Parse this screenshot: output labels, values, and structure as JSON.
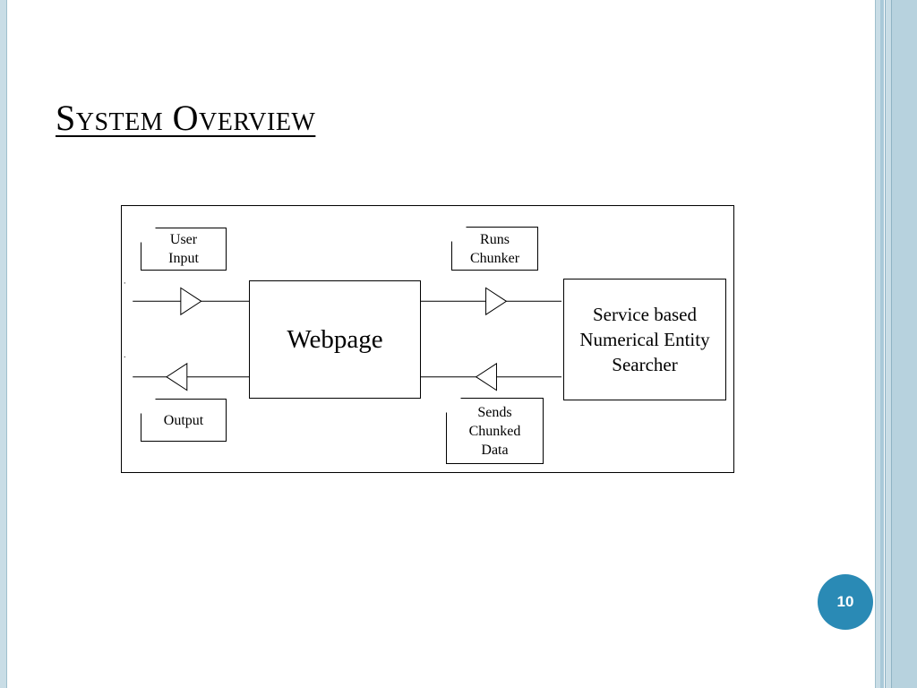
{
  "slide": {
    "title": "System Overview",
    "page_number": "10"
  },
  "diagram": {
    "nodes": {
      "webpage": "Webpage",
      "service": [
        "Service based",
        "Numerical Entity",
        "Searcher"
      ]
    },
    "tags": {
      "user_input": [
        "User",
        "Input"
      ],
      "output": "Output",
      "runs_chunker": [
        "Runs",
        "Chunker"
      ],
      "sends_chunked_data": [
        "Sends",
        "Chunked",
        "Data"
      ]
    }
  }
}
